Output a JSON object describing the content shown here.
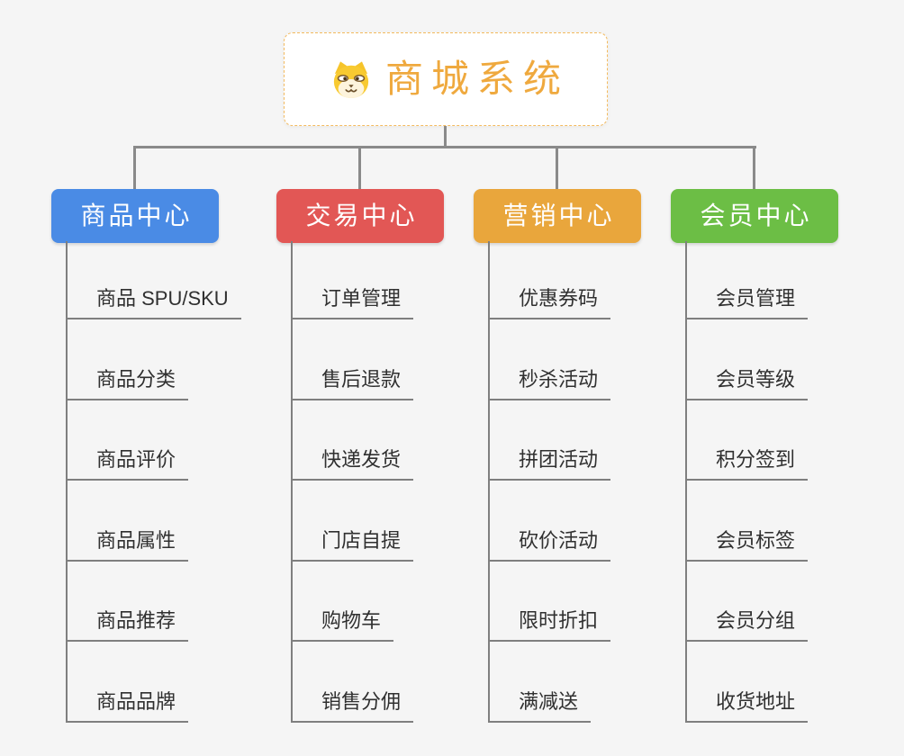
{
  "root": {
    "title": "商城系统",
    "icon": "dog-face-icon",
    "title_color": "#efa93e",
    "border_color": "#f3ba5e"
  },
  "branches": [
    {
      "label": "商品中心",
      "color": "#4a8be5",
      "items": [
        "商品 SPU/SKU",
        "商品分类",
        "商品评价",
        "商品属性",
        "商品推荐",
        "商品品牌"
      ]
    },
    {
      "label": "交易中心",
      "color": "#e25755",
      "items": [
        "订单管理",
        "售后退款",
        "快递发货",
        "门店自提",
        "购物车",
        "销售分佣"
      ]
    },
    {
      "label": "营销中心",
      "color": "#e9a63c",
      "items": [
        "优惠券码",
        "秒杀活动",
        "拼团活动",
        "砍价活动",
        "限时折扣",
        "满减送"
      ]
    },
    {
      "label": "会员中心",
      "color": "#6cbe45",
      "items": [
        "会员管理",
        "会员等级",
        "积分签到",
        "会员标签",
        "会员分组",
        "收货地址"
      ]
    }
  ]
}
